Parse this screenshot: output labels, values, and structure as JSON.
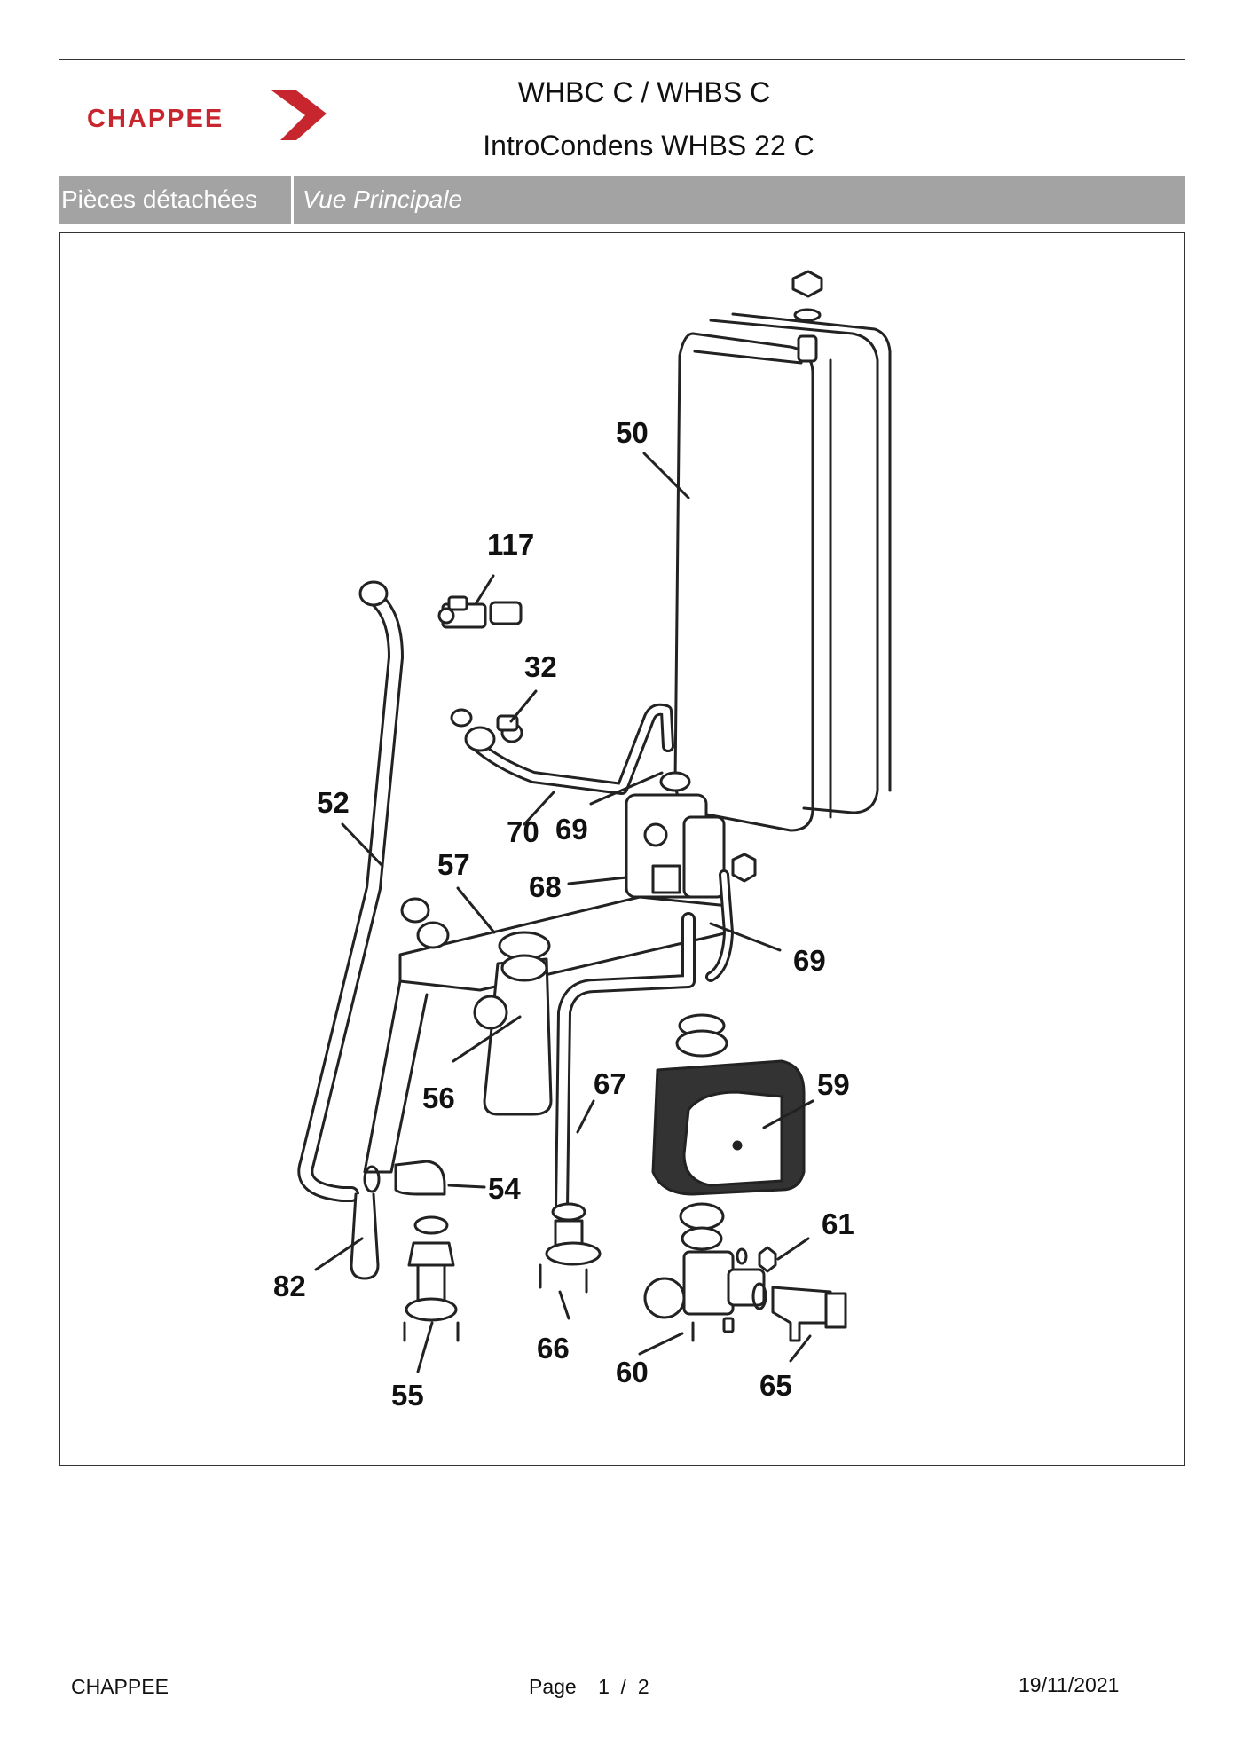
{
  "header": {
    "logo_text": "CHAPPEE",
    "title_line1": "WHBC C / WHBS C",
    "title_line2": "IntroCondens WHBS 22 C"
  },
  "tabs": {
    "section_label": "Pièces détachées",
    "view_label": "Vue Principale"
  },
  "colors": {
    "brand_red": "#c8262e",
    "tab_bar": "#a3a3a3"
  },
  "diagram": {
    "callouts": [
      "50",
      "117",
      "32",
      "52",
      "70",
      "69",
      "57",
      "68",
      "69",
      "56",
      "67",
      "59",
      "54",
      "61",
      "82",
      "66",
      "60",
      "55",
      "65"
    ]
  },
  "footer": {
    "company": "CHAPPEE",
    "page_label": "Page",
    "page_value": "1  /  2",
    "date": "19/11/2021"
  }
}
